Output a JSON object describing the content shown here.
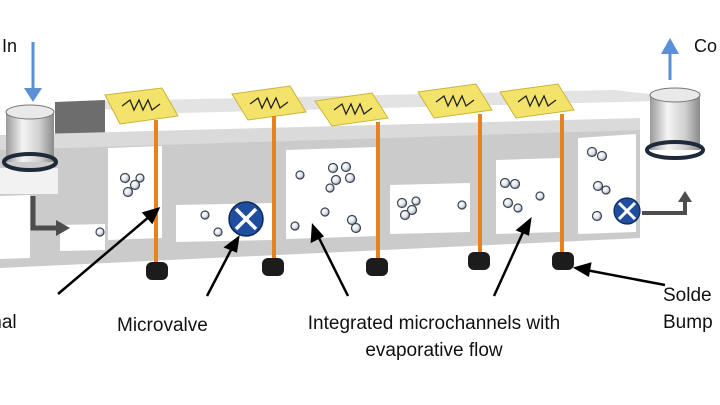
{
  "labels": {
    "inlet": "t In",
    "outlet": "Co",
    "thermal": "mal\ns",
    "microvalve": "Microvalve",
    "microchannels": "Integrated microchannels with evaporative flow",
    "solder": "Solde\nBump"
  },
  "colors": {
    "body_top": "#dcdcdc",
    "body_front": "#c8c8c8",
    "channel": "#ffffff",
    "heater": "#f5e66e",
    "tsv": "#e8821e",
    "bump": "#1e1e1e",
    "valve": "#1f4e9e",
    "flow_arrow": "#4d4d4d",
    "io_arrow": "#5b8fd6"
  }
}
